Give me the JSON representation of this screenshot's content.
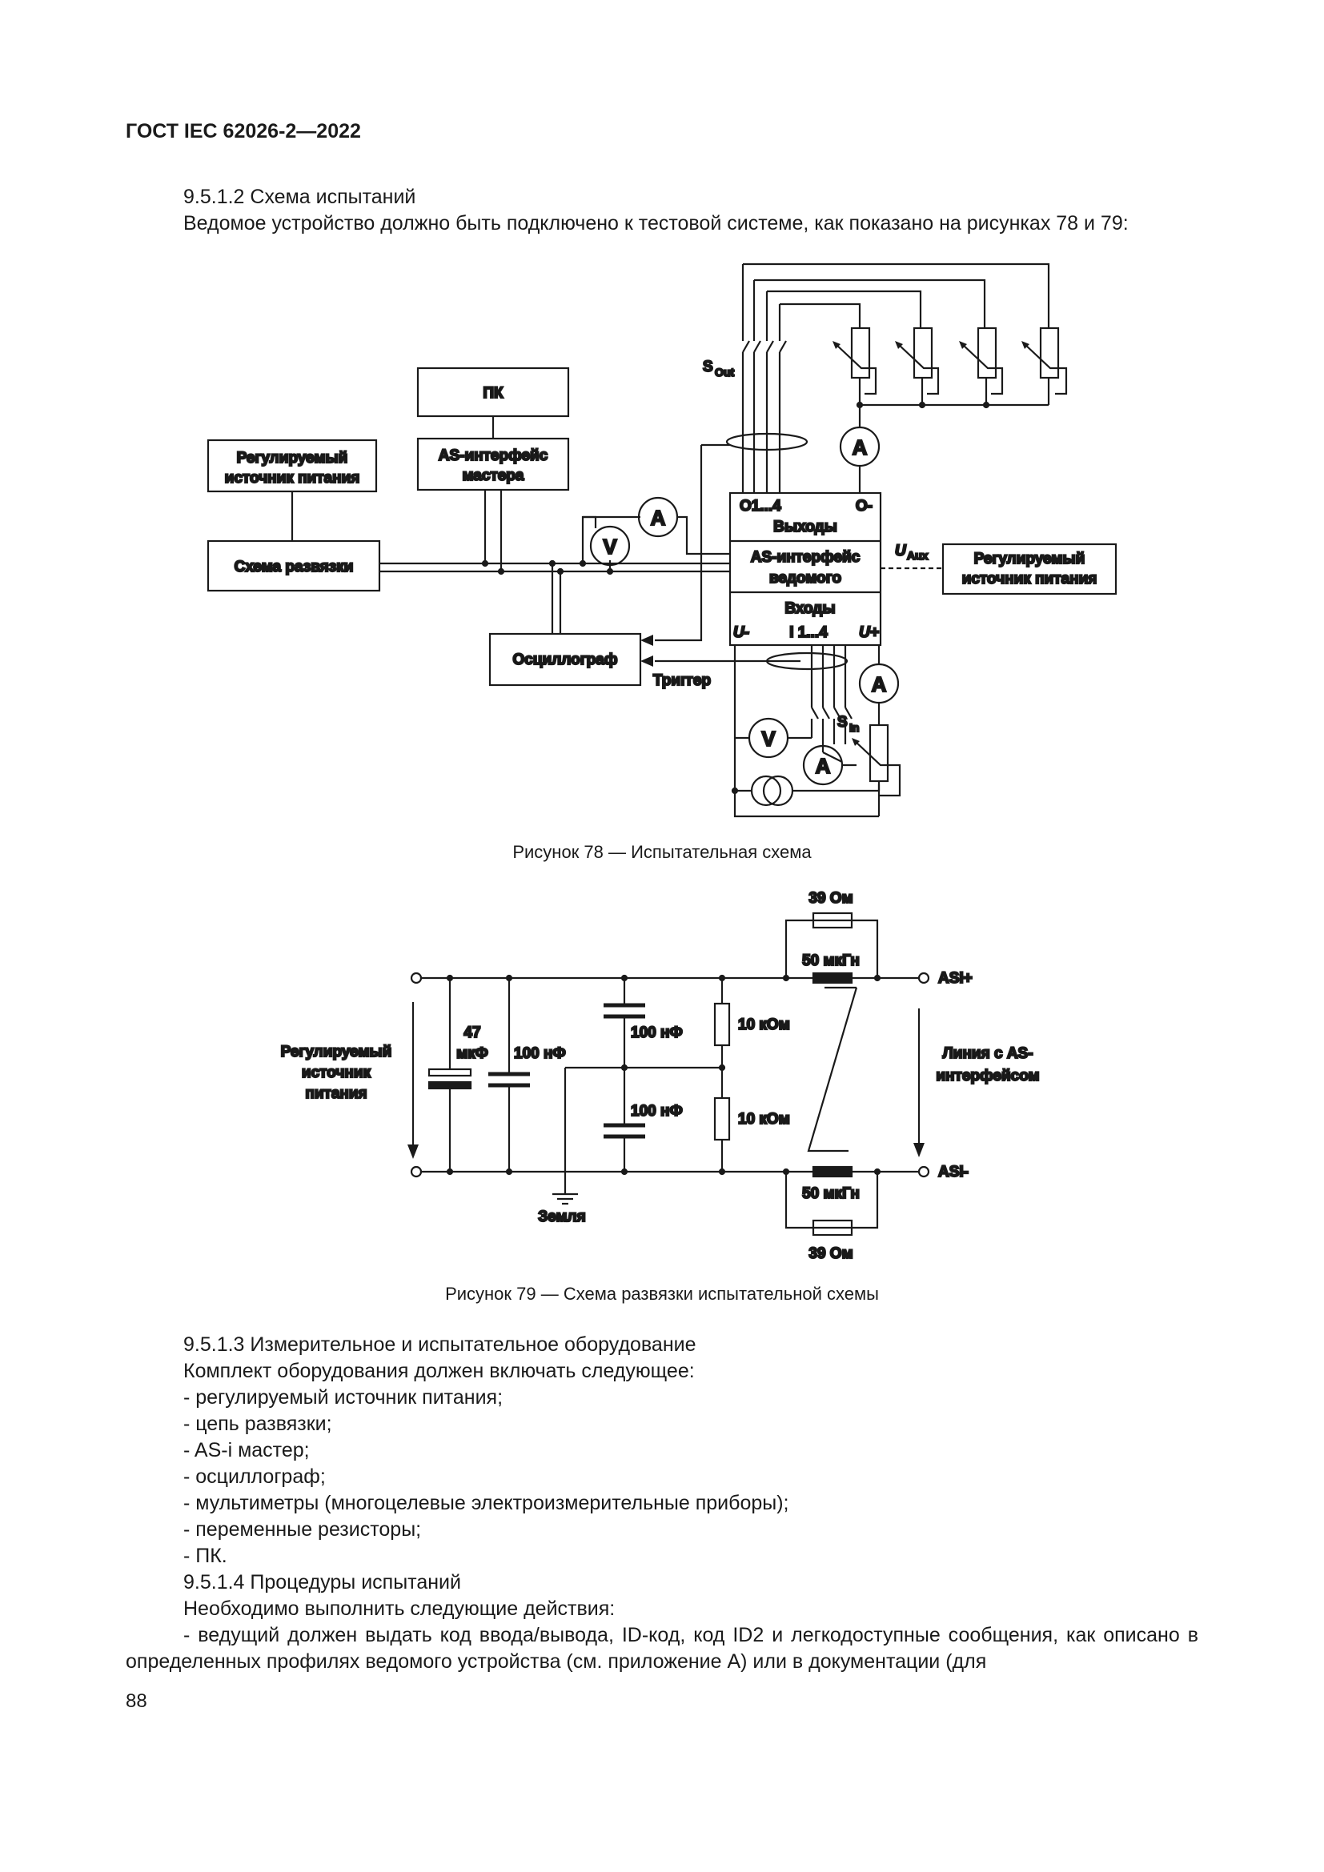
{
  "header": {
    "standard": "ГОСТ IEC 62026-2—2022"
  },
  "section1": {
    "heading": "9.5.1.2 Схема испытаний",
    "text": "Ведомое устройство должно быть подключено к тестовой системе, как показано на рисунках 78 и 79:"
  },
  "fig78": {
    "caption": "Рисунок 78 — Испытательная схема",
    "pc": "ПК",
    "as_master_1": "AS-интерфейс",
    "as_master_2": "мастера",
    "psu_left_1": "Регулируемый",
    "psu_left_2": "источник питания",
    "decoupling": "Схема развязки",
    "oscillograph": "Осциллограф",
    "trigger": "Триггер",
    "slave_o14": "O1...4",
    "slave_ominus": "O-",
    "slave_outputs": "Выходы",
    "slave_as_1": "AS-интерфейс",
    "slave_as_2": "ведомого",
    "slave_inputs": "Входы",
    "slave_uminus": "U-",
    "slave_i14": "I 1...4",
    "slave_uplus": "U+",
    "uaux_main": "U",
    "uaux_sub": "Aux",
    "psu_right_1": "Регулируемый",
    "psu_right_2": "источник питания",
    "sout_main": "S",
    "sout_sub": "Out",
    "sin_main": "S",
    "sin_sub": "In",
    "meter_a": "A",
    "meter_v": "V"
  },
  "fig79": {
    "caption": "Рисунок 79 — Схема развязки испытательной схемы",
    "r_top": "39 Ом",
    "r_bottom": "39 Ом",
    "l_top": "50 мкГн",
    "l_bottom": "50 мкГн",
    "c47_1": "47",
    "c47_2": "мкФ",
    "c100": "100 нФ",
    "c100_top": "100 нФ",
    "c100_bottom": "100 нФ",
    "r10_top": "10 кОм",
    "r10_bottom": "10 кОм",
    "asi_plus": "ASI+",
    "asi_minus": "ASI-",
    "psu_1": "Регулируемый",
    "psu_2": "источник",
    "psu_3": "питания",
    "line_1": "Линия с AS-",
    "line_2": "интерфейсом",
    "ground": "Земля"
  },
  "section2": {
    "heading": "9.5.1.3 Измерительное и испытательное оборудование",
    "intro": "Комплект оборудования должен включать следующее:",
    "items": [
      "- регулируемый источник питания;",
      "- цепь развязки;",
      "- AS-i мастер;",
      "- осциллограф;",
      "- мультиметры (многоцелевые электроизмерительные приборы);",
      "- переменные резисторы;",
      "- ПК."
    ]
  },
  "section3": {
    "heading": "9.5.1.4 Процедуры испытаний",
    "intro": "Необходимо выполнить следующие действия:",
    "item1": "- ведущий должен выдать код ввода/вывода, ID-код, код ID2 и легкодоступные сообщения, как описано в определенных профилях ведомого устройства (см. приложение А) или в документации (для"
  },
  "page_number": "88"
}
